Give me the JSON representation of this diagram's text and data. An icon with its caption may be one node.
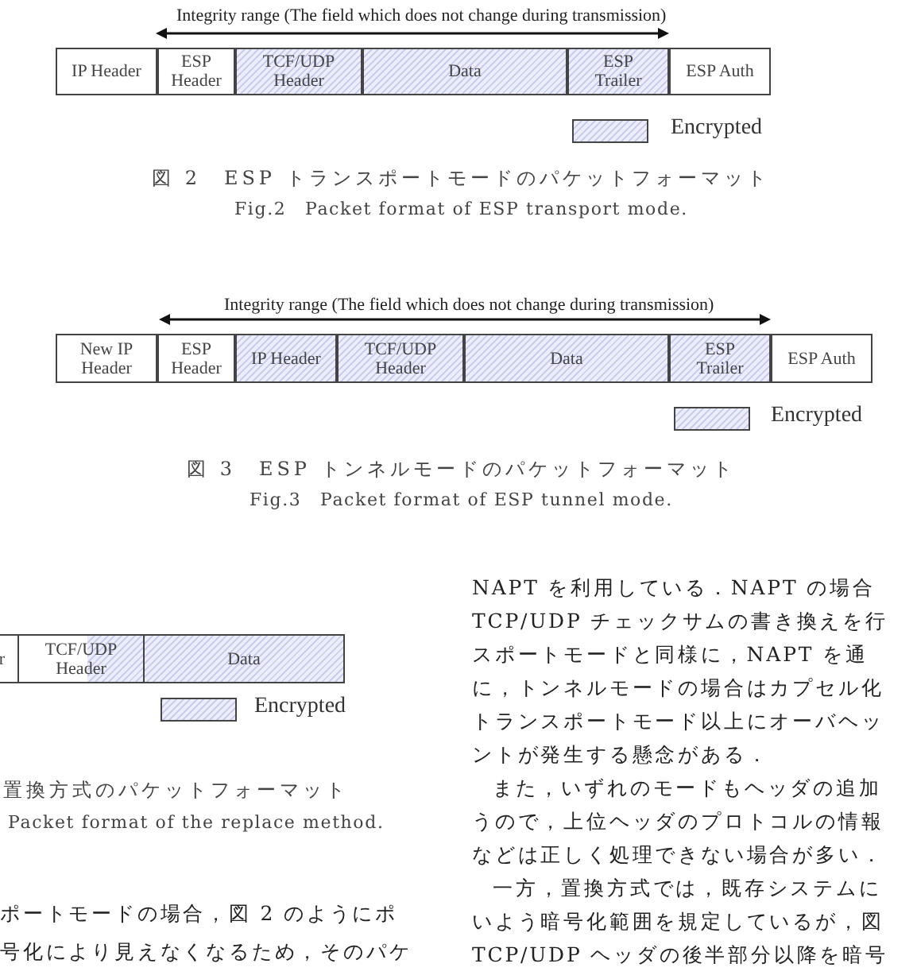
{
  "diagram": {
    "nodes": [
      {
        "text": [
          "IP Header"
        ]
      },
      {
        "text": [
          "ESP Header"
        ]
      },
      {
        "text": [
          "TCF/UDP Header"
        ]
      },
      {
        "text": [
          "Data"
        ]
      },
      {
        "text": [
          "ESP Trailer"
        ]
      },
      {
        "text": [
          "ESP Auth"
        ]
      },
      {
        "text": [
          "New IP Header"
        ]
      },
      {
        "text": [
          "ESP Header"
        ]
      },
      {
        "text": [
          "IP Header"
        ]
      },
      {
        "text": [
          "TCF/UDP Header"
        ]
      },
      {
        "text": [
          "Data"
        ]
      },
      {
        "text": [
          "ESP Trailer"
        ]
      },
      {
        "text": [
          "ESP Auth"
        ]
      },
      {
        "text": [
          "r"
        ]
      },
      {
        "text": [
          "TCF/UDP Header"
        ]
      },
      {
        "text": [
          "Data"
        ]
      }
    ],
    "edges": [],
    "labels": [
      "Integrity range (The field which does not change during transmission)",
      "図 2　ESP トランスポートモードのパケットフォーマット",
      "Fig.2　Packet format of ESP transport mode.",
      "Integrity range (The field which does not change during transmission)",
      "図 3　ESP トンネルモードのパケットフォーマット",
      "Fig.3　Packet format of ESP tunnel mode.",
      "置換方式のパケットフォーマット",
      "Packet format of the replace method.",
      "ポートモードの場合，図 2 のようにポ",
      "号化により見えなくなるため，そのパケ",
      "NAPT を利用している．NAPT の場合",
      "TCP/UDP チェックサムの書き換えを行",
      "スポートモードと同様に，NAPT を通",
      "に，トンネルモードの場合はカプセル化",
      "トランスポートモード以上にオーバヘッ",
      "ントが発生する懸念がある．",
      "また，いずれのモードもヘッダの追加",
      "うので，上位ヘッダのプロトコルの情報",
      "などは正しく処理できない場合が多い．",
      "一方，置換方式では，既存システムに",
      "いよう暗号化範囲を規定しているが，図",
      "TCP/UDP ヘッダの後半部分以降を暗号"
    ],
    "legend": [
      {
        "text": "Encrypted"
      },
      {
        "text": "Encrypted"
      },
      {
        "text": "Encrypted"
      }
    ]
  }
}
